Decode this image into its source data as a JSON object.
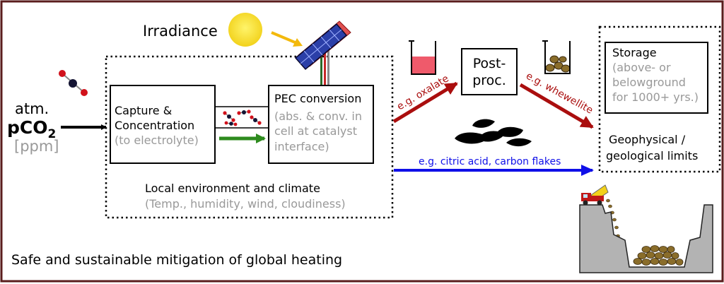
{
  "irradiance": "Irradiance",
  "input": {
    "line1": "atm.",
    "line2": "pCO",
    "sub": "2",
    "line3": "[ppm]"
  },
  "capture": {
    "line1": "Capture &",
    "line2": "Concentration",
    "line3": "(to electrolyte)"
  },
  "pec": {
    "title": "PEC conversion",
    "line1": "(abs. & conv. in",
    "line2": "cell at catalyst",
    "line3": "interface)"
  },
  "local_env": {
    "title": "Local environment and climate",
    "detail": "(Temp., humidity, wind, cloudiness)"
  },
  "postproc": {
    "line1": "Post-",
    "line2": "proc."
  },
  "storage": {
    "title": "Storage",
    "line1": "(above- or",
    "line2": "belowground",
    "line3": "for 1000+ yrs.)"
  },
  "geo": {
    "line1": "Geophysical /",
    "line2": "geological limits"
  },
  "arrows": {
    "oxalate": "e.g. oxalate",
    "whewellite": "e.g. whewellite",
    "citric": "e.g. citric acid, carbon flakes"
  },
  "footer": "Safe and sustainable mitigation of global heating",
  "colors": {
    "border": "#5a1d1d",
    "dark_red": "#aa0e0e",
    "blue": "#1010e8",
    "green": "#2e8b1e",
    "gray_text": "#999999",
    "sun": "#f7e43a"
  }
}
